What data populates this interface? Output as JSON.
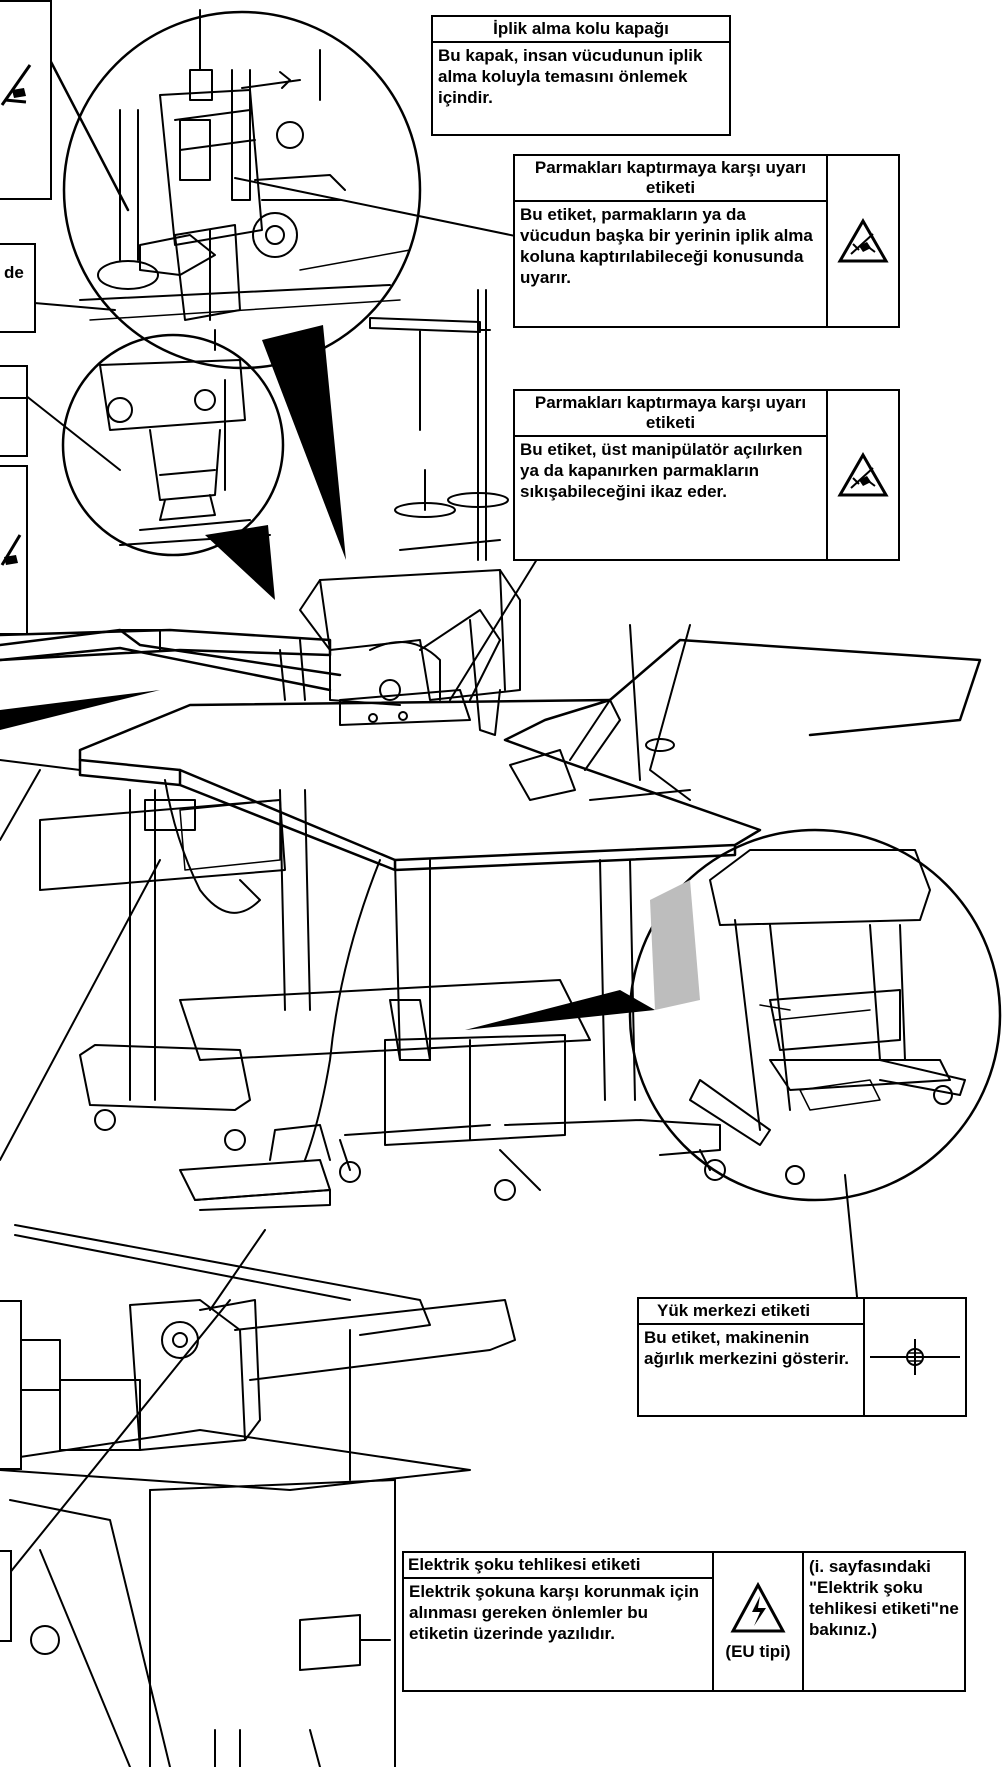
{
  "labels": {
    "thread_cover": {
      "title": "İplik alma kolu kapağı",
      "body": "Bu kapak, insan vücudunun iplik alma koluyla temasını önlemek içindir."
    },
    "finger_warning_1": {
      "title": "Parmakları kaptırmaya karşı uyarı etiketi",
      "body": "Bu etiket, parmakların ya da vücudun başka bir yerinin iplik alma koluna kaptırılabi­leceği konusunda uyarır.",
      "icon": "hand-caught-warning-icon"
    },
    "finger_warning_2": {
      "title": "Parmakları kaptırmaya karşı uyarı etiketi",
      "body": "Bu etiket, üst manipülatör açılırken ya da kapanırken parmakların sıkışabileceğini ikaz eder.",
      "icon": "hand-caught-warning-icon"
    },
    "load_center": {
      "title": "Yük merkezi etiketi",
      "body": "Bu etiket, makinenin ağırlık merkezini gösterir.",
      "icon": "center-of-gravity-icon"
    },
    "electric_shock": {
      "title": "Elektrik şoku tehlikesi etiketi",
      "body": "Elektrik şokuna karşı korun­mak için alınması gereken önlemler bu etiketin üzerin­de yazılıdır.",
      "icon_caption": "(EU tipi)",
      "note": "(i. sayfasın­daki \"Elektrik şoku tehlikesi etiketi\"ne bakı­nız.)",
      "icon": "high-voltage-warning-icon"
    },
    "partial_left": {
      "fragment": "de"
    }
  },
  "colors": {
    "ink": "#000000",
    "paper": "#ffffff",
    "shade": "#bdbdbd"
  }
}
